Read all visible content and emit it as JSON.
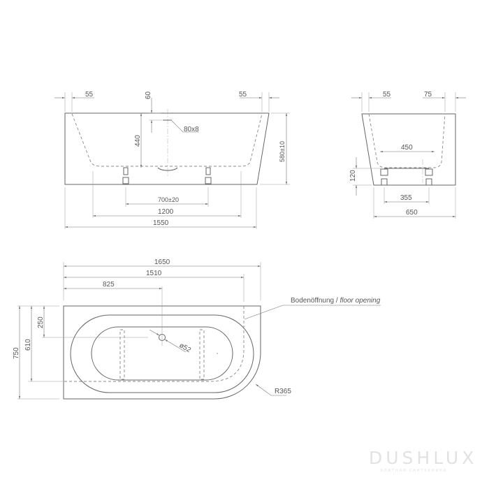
{
  "front_view": {
    "d55_left": "55",
    "d60": "60",
    "d55_right": "55",
    "slot": "80x8",
    "d440": "440",
    "d580": "580±10",
    "d700": "700±20",
    "d1200": "1200",
    "d1550": "1550"
  },
  "side_view": {
    "d55": "55",
    "d75": "75",
    "d450": "450",
    "d120": "120",
    "d355": "355",
    "d650": "650"
  },
  "plan_view": {
    "d1650": "1650",
    "d1510": "1510",
    "d825": "825",
    "d750": "750",
    "d610": "610",
    "d250": "250",
    "drain": "ø52",
    "radius": "R365",
    "floor_opening_de": "Bodenöffnung / ",
    "floor_opening_en": "floor opening"
  },
  "watermark": {
    "brand": "DUSHLUX",
    "tagline": "ЭЛИТНАЯ САНТЕХНИКА"
  }
}
